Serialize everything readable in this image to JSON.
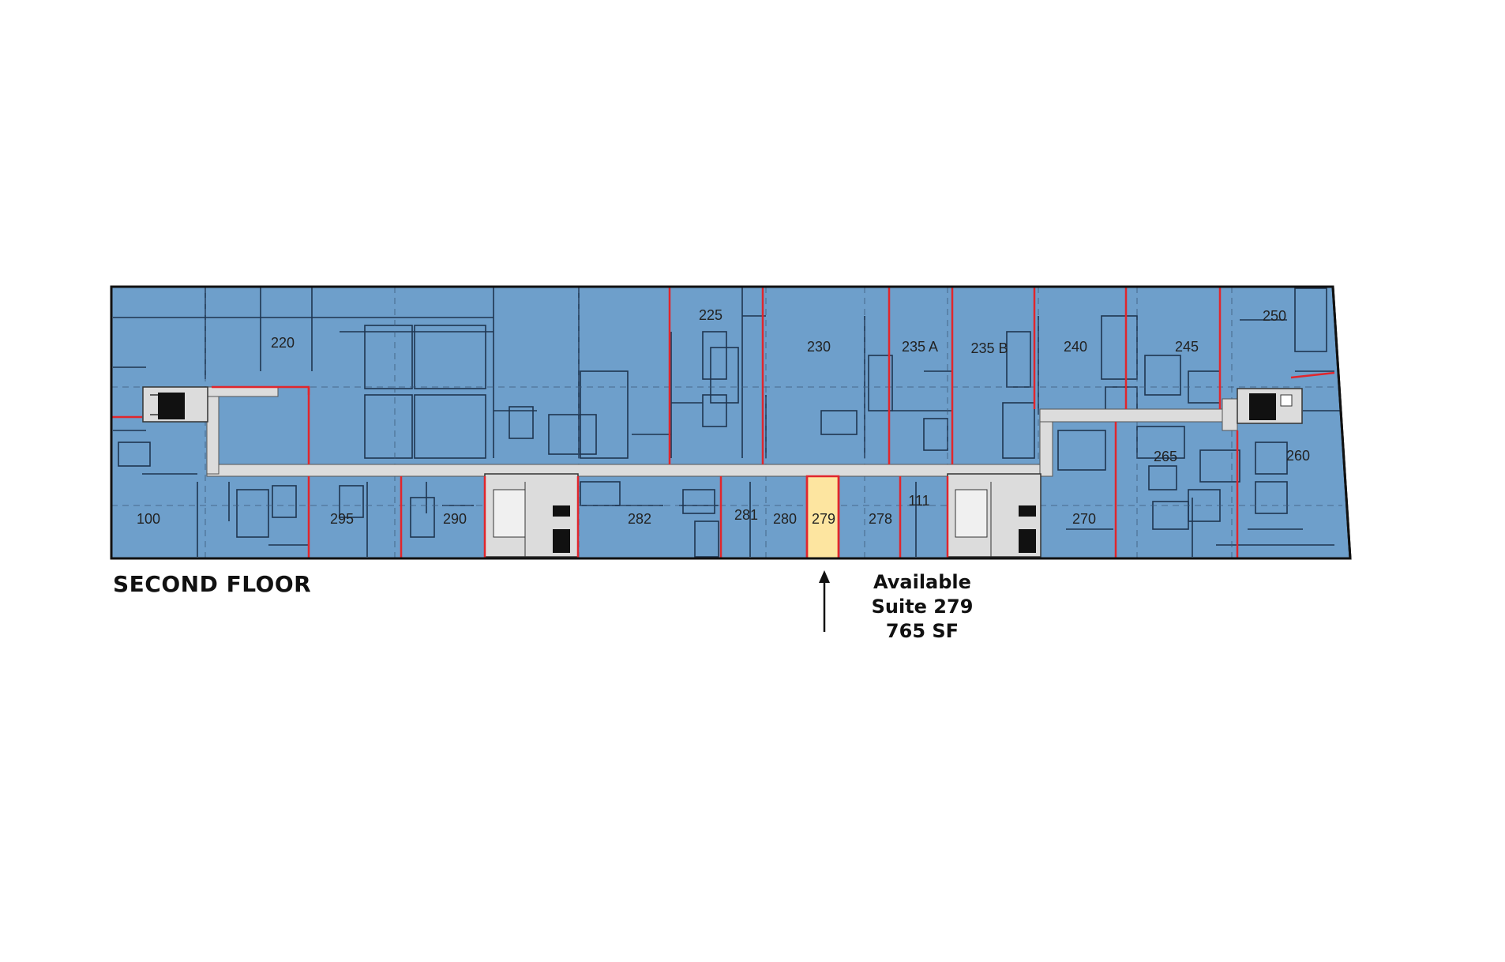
{
  "floor": {
    "title": "SECOND FLOOR"
  },
  "callout": {
    "status": "Available",
    "suite": "Suite 279",
    "area": "765 SF"
  },
  "colors": {
    "suite_fill": "#6e9fcb",
    "available_fill": "#fde5a0",
    "corridor": "#dcdcdc",
    "demising_line": "#e1262c",
    "outline": "#111111"
  },
  "suites": {
    "s220": "220",
    "s225": "225",
    "s230": "230",
    "s235a": "235 A",
    "s235b": "235 B",
    "s240": "240",
    "s245": "245",
    "s250": "250",
    "s260": "260",
    "s265": "265",
    "s100": "100",
    "s295": "295",
    "s290": "290",
    "s282": "282",
    "s281": "281",
    "s280": "280",
    "s279": "279",
    "s278": "278",
    "s111": "111",
    "s270": "270"
  }
}
